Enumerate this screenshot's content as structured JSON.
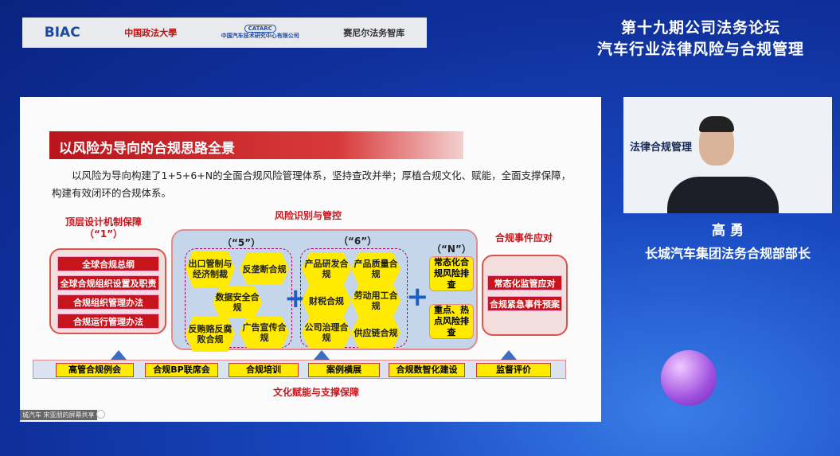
{
  "logos": {
    "biac": "BIAC",
    "cupl": "中国政法大學",
    "catarc_mark": "CATARC",
    "catarc": "中国汽车技术研究中心有限公司",
    "synon": "赛尼尔法务智库"
  },
  "forum": {
    "line1": "第十九期公司法务论坛",
    "line2": "汽车行业法律风险与合规管理"
  },
  "slide": {
    "title": "以风险为导向的合规思路全景",
    "paragraph": "以风险为导向构建了1+5+6+N的全面合规风险管理体系，坚持查改并举；厚植合规文化、赋能，全面支撑保障，构建有效闭环的合规体系。",
    "top_design": {
      "heading": "顶层设计机制保障",
      "tag": "（“1”）",
      "items": [
        "全球合规总纲",
        "全球合规组织设置及职责",
        "合规组织管理办法",
        "合规运行管理办法"
      ]
    },
    "risk": {
      "heading": "风险识别与管控",
      "five_tag": "（“5”）",
      "five": [
        "出口管制与经济制裁",
        "反垄断合规",
        "数据安全合规",
        "反贿赂反腐败合规",
        "广告宣传合规"
      ],
      "six_tag": "（“6”）",
      "six": [
        "产品研发合规",
        "产品质量合规",
        "财税合规",
        "劳动用工合规",
        "公司治理合规",
        "供应链合规"
      ],
      "n_tag": "（“N”）",
      "n": [
        "常态化合规风险排查",
        "重点、热点风险排查"
      ],
      "plus": "+"
    },
    "events": {
      "heading": "合规事件应对",
      "items": [
        "常态化监管应对",
        "合规紧急事件预案"
      ]
    },
    "base_items": [
      "高管合规例会",
      "合规BP联席会",
      "合规培训",
      "案例横展",
      "合规数智化建设",
      "监督评价"
    ],
    "base_label": "文化赋能与支撑保障"
  },
  "speaker": {
    "name": "高 勇",
    "title": "长城汽车集团法务合规部部长",
    "bg_text": "法律合规管理"
  },
  "share_bar": "城汽车 宋亚朋的屏幕共享"
}
